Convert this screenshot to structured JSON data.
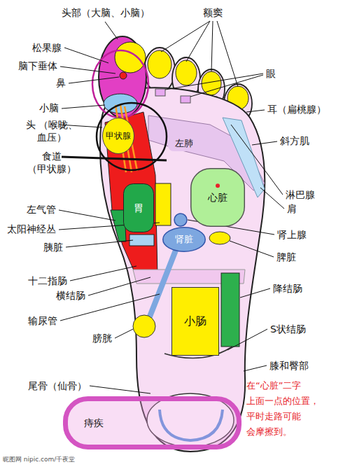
{
  "diagram": {
    "nodes": [
      {
        "text": [
          "甲状腺"
        ]
      },
      {
        "text": [
          "左肺"
        ]
      },
      {
        "text": [
          "心脏"
        ]
      },
      {
        "text": [
          "胃"
        ]
      },
      {
        "text": [
          "肾脏"
        ]
      },
      {
        "text": [
          "小肠"
        ]
      },
      {
        "text": [
          "痔疾"
        ]
      }
    ],
    "labels": [
      "头部（大脑、小脑）",
      "额窦",
      "松果腺",
      "脑下垂体",
      "鼻",
      "眼",
      "耳（扁桃腺）",
      "小脑",
      "头 （喉咙、血压）",
      "斜方肌",
      "食道 （甲状腺）",
      "淋巴腺",
      "肩",
      "左气管",
      "肾上腺",
      "太阳神经丛",
      "胰脏",
      "脾脏",
      "十二指肠",
      "降结肠",
      "横结肠",
      "输尿管",
      "S状结肠",
      "膀胱",
      "膝和臀部",
      "尾骨（仙骨）",
      "在“心脏”二字 上面一点的位置， 平时走路可能 会摩擦到。",
      "昵图网 nipic.com/千夜堂"
    ]
  }
}
